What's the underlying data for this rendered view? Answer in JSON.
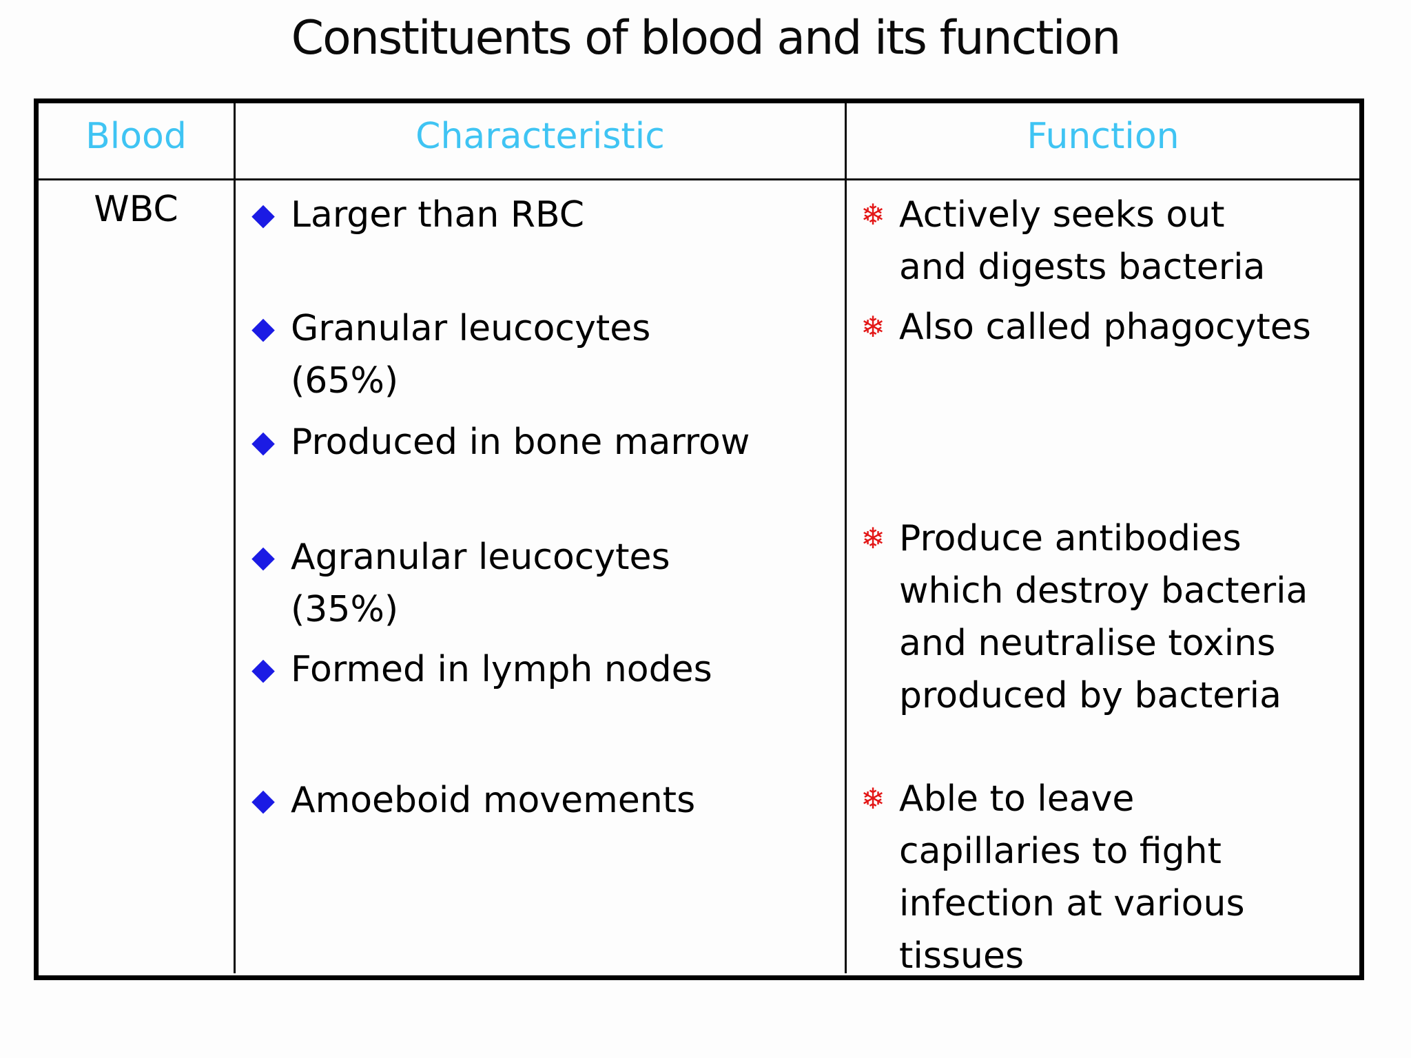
{
  "title": "Constituents of blood and its function",
  "colors": {
    "header_text": "#3fc4f3",
    "diamond_bullet": "#1b1be4",
    "snowflake_bullet": "#e31717",
    "border": "#000000",
    "body_text": "#000000"
  },
  "icons": {
    "diamond_bullet": "◆",
    "snowflake_bullet": "❄"
  },
  "table": {
    "headers": {
      "blood": "Blood",
      "characteristic": "Characteristic",
      "function": "Function"
    },
    "row": {
      "blood": "WBC",
      "characteristics": [
        {
          "lines": [
            "Larger than RBC"
          ]
        },
        {
          "lines": [
            "Granular leucocytes",
            "(65%)"
          ]
        },
        {
          "lines": [
            "Produced in bone marrow"
          ]
        },
        {
          "lines": [
            "Agranular leucocytes",
            "(35%)"
          ]
        },
        {
          "lines": [
            "Formed in lymph nodes"
          ]
        },
        {
          "lines": [
            "Amoeboid movements"
          ]
        }
      ],
      "functions": [
        {
          "lines": [
            "Actively seeks out",
            "and digests bacteria"
          ]
        },
        {
          "lines": [
            "Also called phagocytes"
          ]
        },
        {
          "lines": [
            "Produce antibodies",
            "which destroy bacteria",
            "and neutralise toxins",
            "produced by bacteria"
          ]
        },
        {
          "lines": [
            "Able to leave",
            "capillaries to fight",
            "infection at various",
            "tissues"
          ]
        }
      ]
    }
  }
}
